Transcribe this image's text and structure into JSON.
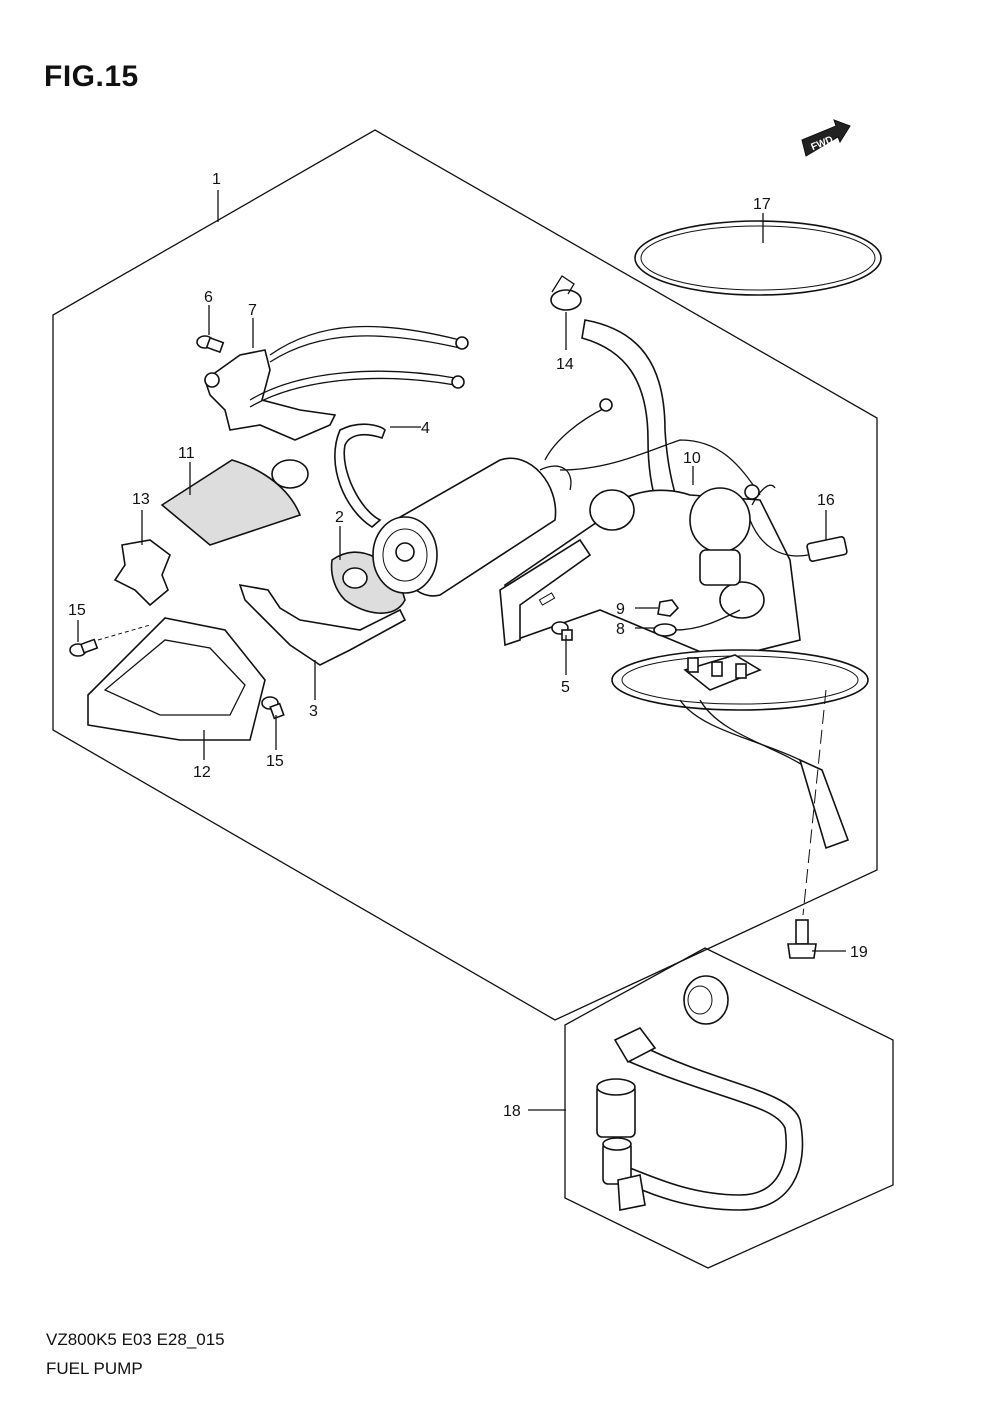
{
  "page": {
    "figure": "FIG.15",
    "code": "VZ800K5 E03 E28_015",
    "caption": "FUEL PUMP"
  },
  "direction_badge": "FWD",
  "callouts": [
    {
      "id": "c1",
      "label": "1"
    },
    {
      "id": "c2",
      "label": "2"
    },
    {
      "id": "c3",
      "label": "3"
    },
    {
      "id": "c4",
      "label": "4"
    },
    {
      "id": "c5",
      "label": "5"
    },
    {
      "id": "c6",
      "label": "6"
    },
    {
      "id": "c7",
      "label": "7"
    },
    {
      "id": "c8",
      "label": "8"
    },
    {
      "id": "c9",
      "label": "9"
    },
    {
      "id": "c10",
      "label": "10"
    },
    {
      "id": "c11",
      "label": "11"
    },
    {
      "id": "c12",
      "label": "12"
    },
    {
      "id": "c13",
      "label": "13"
    },
    {
      "id": "c14",
      "label": "14"
    },
    {
      "id": "c15a",
      "label": "15"
    },
    {
      "id": "c15b",
      "label": "15"
    },
    {
      "id": "c16",
      "label": "16"
    },
    {
      "id": "c17",
      "label": "17"
    },
    {
      "id": "c18",
      "label": "18"
    },
    {
      "id": "c19",
      "label": "19"
    }
  ]
}
